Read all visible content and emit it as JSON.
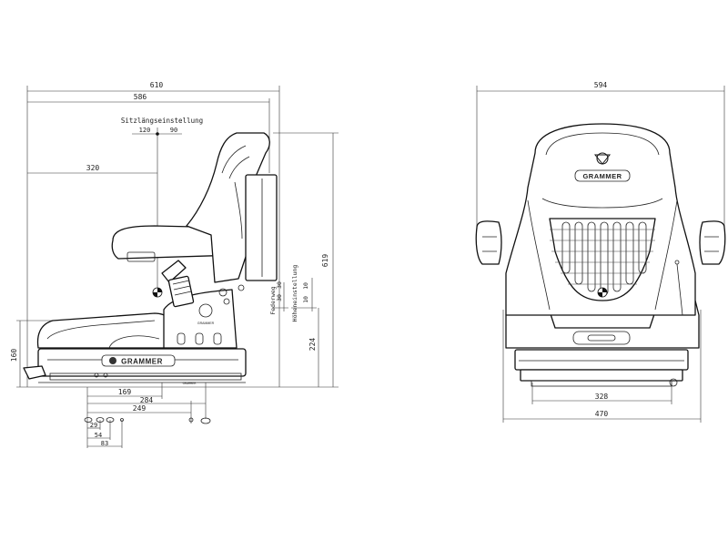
{
  "side_view": {
    "dims": {
      "overall_width": "610",
      "seat_to_back": "586",
      "fore_aft_label": "Sitzlängseinstellung",
      "fore_aft_rear": "120",
      "fore_aft_front": "90",
      "backrest_depth": "320",
      "total_height": "619",
      "suspension_label": "Federweg",
      "suspension_a": "30",
      "suspension_b": "30",
      "height_adj_label": "Höheneinstellung",
      "height_adj_a": "10",
      "height_adj_b": "10",
      "seat_height": "224",
      "base_height": "160",
      "mount_169": "169",
      "mount_284": "284",
      "mount_249": "249",
      "hole_29": "29",
      "hole_54": "54",
      "hole_83": "83"
    },
    "brand_logo": "GRAMMER",
    "brand_small": "GRAMMER"
  },
  "front_view": {
    "dims": {
      "overall_width": "594",
      "rail_width": "328",
      "base_width": "470"
    },
    "brand_logo": "GRAMMER"
  }
}
